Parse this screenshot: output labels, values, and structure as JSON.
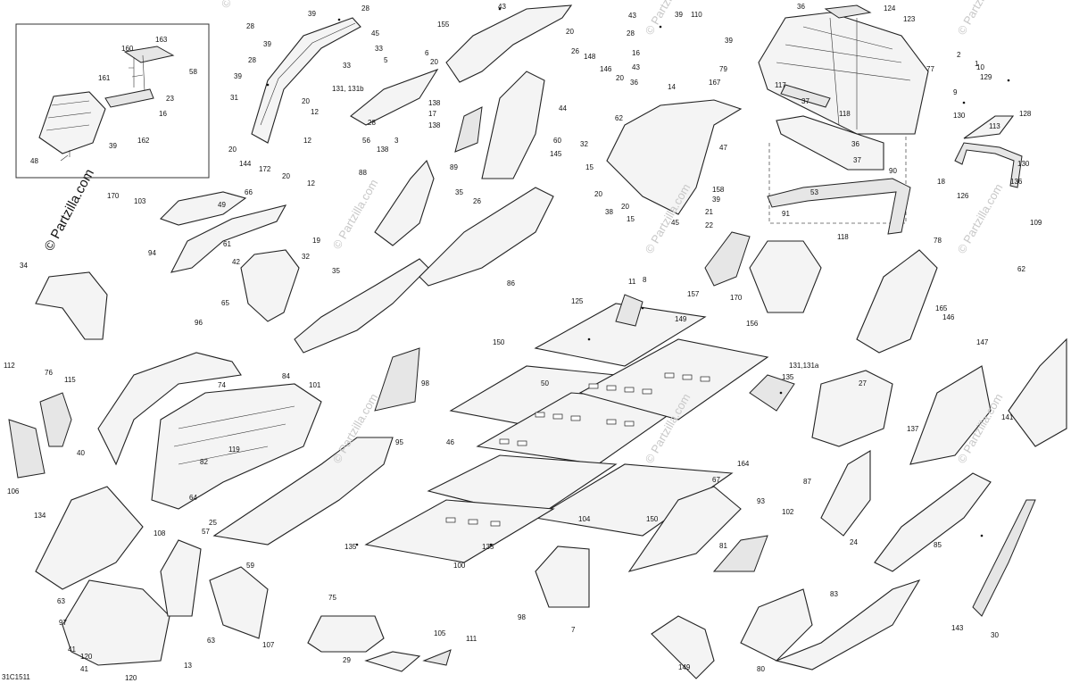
{
  "diagram": {
    "figure_code": "31C1511",
    "watermark": "© Partzilla.com",
    "inset_part_number": "170",
    "part_labels": [
      {
        "id": "inset-160",
        "text": "160"
      },
      {
        "id": "inset-163",
        "text": "163"
      },
      {
        "id": "inset-58",
        "text": "58"
      },
      {
        "id": "inset-161",
        "text": "161"
      },
      {
        "id": "inset-23",
        "text": "23"
      },
      {
        "id": "inset-16",
        "text": "16"
      },
      {
        "id": "inset-39",
        "text": "39"
      },
      {
        "id": "inset-162",
        "text": "162"
      },
      {
        "id": "inset-48",
        "text": "48"
      },
      {
        "id": "p39a",
        "text": "39"
      },
      {
        "id": "p28a",
        "text": "28"
      },
      {
        "id": "p28b",
        "text": "28"
      },
      {
        "id": "p45a",
        "text": "45"
      },
      {
        "id": "p39b",
        "text": "39"
      },
      {
        "id": "p33a",
        "text": "33"
      },
      {
        "id": "p28c",
        "text": "28"
      },
      {
        "id": "p33b",
        "text": "33"
      },
      {
        "id": "p39c",
        "text": "39"
      },
      {
        "id": "p31a",
        "text": "31"
      },
      {
        "id": "p12a",
        "text": "12"
      },
      {
        "id": "p20a",
        "text": "20"
      },
      {
        "id": "p12b",
        "text": "12"
      },
      {
        "id": "p20b",
        "text": "20"
      },
      {
        "id": "p144",
        "text": "144"
      },
      {
        "id": "p172",
        "text": "172"
      },
      {
        "id": "p20c",
        "text": "20"
      },
      {
        "id": "p12c",
        "text": "12"
      },
      {
        "id": "p43a",
        "text": "43"
      },
      {
        "id": "p20d",
        "text": "20"
      },
      {
        "id": "p155",
        "text": "155"
      },
      {
        "id": "p5a",
        "text": "5"
      },
      {
        "id": "p20e",
        "text": "20"
      },
      {
        "id": "p131",
        "text": "131, 131b"
      },
      {
        "id": "p138a",
        "text": "138"
      },
      {
        "id": "p17a",
        "text": "17"
      },
      {
        "id": "p138b",
        "text": "138"
      },
      {
        "id": "p56",
        "text": "56"
      },
      {
        "id": "p28d",
        "text": "28"
      },
      {
        "id": "p3a",
        "text": "3"
      },
      {
        "id": "p138c",
        "text": "138"
      },
      {
        "id": "p26a",
        "text": "26"
      },
      {
        "id": "p148",
        "text": "148"
      },
      {
        "id": "p146a",
        "text": "146"
      },
      {
        "id": "p44a",
        "text": "44"
      },
      {
        "id": "p60a",
        "text": "60"
      },
      {
        "id": "p145",
        "text": "145"
      },
      {
        "id": "p20f",
        "text": "20"
      },
      {
        "id": "p32a",
        "text": "32"
      },
      {
        "id": "p89",
        "text": "89"
      },
      {
        "id": "p35a",
        "text": "35"
      },
      {
        "id": "p26b",
        "text": "26"
      },
      {
        "id": "p43b",
        "text": "43"
      },
      {
        "id": "p39d",
        "text": "39"
      },
      {
        "id": "p110",
        "text": "110"
      },
      {
        "id": "p28e",
        "text": "28"
      },
      {
        "id": "p39e",
        "text": "39"
      },
      {
        "id": "p16a",
        "text": "16"
      },
      {
        "id": "p43c",
        "text": "43"
      },
      {
        "id": "p79",
        "text": "79"
      },
      {
        "id": "p167",
        "text": "167"
      },
      {
        "id": "p36a",
        "text": "36"
      },
      {
        "id": "p62a",
        "text": "62"
      },
      {
        "id": "p14a",
        "text": "14"
      },
      {
        "id": "p47a",
        "text": "47"
      },
      {
        "id": "p15a",
        "text": "15"
      },
      {
        "id": "p20g",
        "text": "20"
      },
      {
        "id": "p38a",
        "text": "38"
      },
      {
        "id": "p20h",
        "text": "20"
      },
      {
        "id": "p15b",
        "text": "15"
      },
      {
        "id": "p158",
        "text": "158"
      },
      {
        "id": "p39f",
        "text": "39"
      },
      {
        "id": "p21",
        "text": "21"
      },
      {
        "id": "p22",
        "text": "22"
      },
      {
        "id": "p45b",
        "text": "45"
      },
      {
        "id": "p36b",
        "text": "36"
      },
      {
        "id": "p124",
        "text": "124"
      },
      {
        "id": "p123",
        "text": "123"
      },
      {
        "id": "p77",
        "text": "77"
      },
      {
        "id": "p117",
        "text": "117"
      },
      {
        "id": "p37a",
        "text": "37"
      },
      {
        "id": "p118a",
        "text": "118"
      },
      {
        "id": "p36c",
        "text": "36"
      },
      {
        "id": "p37b",
        "text": "37"
      },
      {
        "id": "p90",
        "text": "90"
      },
      {
        "id": "p91",
        "text": "91"
      },
      {
        "id": "p53",
        "text": "53"
      },
      {
        "id": "p118b",
        "text": "118"
      },
      {
        "id": "p2",
        "text": "2"
      },
      {
        "id": "p10",
        "text": "10"
      },
      {
        "id": "p129",
        "text": "129"
      },
      {
        "id": "p9",
        "text": "9"
      },
      {
        "id": "p130a",
        "text": "130"
      },
      {
        "id": "p113",
        "text": "113"
      },
      {
        "id": "p128",
        "text": "128"
      },
      {
        "id": "p130b",
        "text": "130"
      },
      {
        "id": "p136",
        "text": "136"
      },
      {
        "id": "p18",
        "text": "18"
      },
      {
        "id": "p126",
        "text": "126"
      },
      {
        "id": "p103",
        "text": "103"
      },
      {
        "id": "p66",
        "text": "66"
      },
      {
        "id": "p49a",
        "text": "49"
      },
      {
        "id": "p94",
        "text": "94"
      },
      {
        "id": "p61",
        "text": "61"
      },
      {
        "id": "p42a",
        "text": "42"
      },
      {
        "id": "p88",
        "text": "88"
      },
      {
        "id": "p19a",
        "text": "19"
      },
      {
        "id": "p32b",
        "text": "32"
      },
      {
        "id": "p35b",
        "text": "35"
      },
      {
        "id": "p65",
        "text": "65"
      },
      {
        "id": "p86",
        "text": "86"
      },
      {
        "id": "p34a",
        "text": "34"
      },
      {
        "id": "p84",
        "text": "84"
      },
      {
        "id": "p125",
        "text": "125"
      },
      {
        "id": "p149a",
        "text": "149"
      },
      {
        "id": "p150a",
        "text": "150"
      },
      {
        "id": "p157",
        "text": "157"
      },
      {
        "id": "p170",
        "text": "170"
      },
      {
        "id": "p156",
        "text": "156"
      },
      {
        "id": "p96",
        "text": "96"
      },
      {
        "id": "p112",
        "text": "112"
      },
      {
        "id": "p76",
        "text": "76"
      },
      {
        "id": "p115",
        "text": "115"
      },
      {
        "id": "p101",
        "text": "101"
      },
      {
        "id": "p98a",
        "text": "98"
      },
      {
        "id": "p106",
        "text": "106"
      },
      {
        "id": "p134",
        "text": "134"
      },
      {
        "id": "p95",
        "text": "95"
      },
      {
        "id": "p46",
        "text": "46"
      },
      {
        "id": "p135a",
        "text": "135"
      },
      {
        "id": "p164",
        "text": "164"
      },
      {
        "id": "p131a",
        "text": "131,131a"
      },
      {
        "id": "p137",
        "text": "137"
      },
      {
        "id": "p141",
        "text": "141"
      },
      {
        "id": "p147",
        "text": "147"
      },
      {
        "id": "p146b",
        "text": "146"
      },
      {
        "id": "p165",
        "text": "165"
      },
      {
        "id": "p87",
        "text": "87"
      },
      {
        "id": "p85",
        "text": "85"
      },
      {
        "id": "p83",
        "text": "83"
      },
      {
        "id": "p93",
        "text": "93"
      },
      {
        "id": "p102",
        "text": "102"
      },
      {
        "id": "p81",
        "text": "81"
      },
      {
        "id": "p104",
        "text": "104"
      },
      {
        "id": "p100",
        "text": "100"
      },
      {
        "id": "p150b",
        "text": "150"
      },
      {
        "id": "p135b",
        "text": "135"
      },
      {
        "id": "p135c",
        "text": "135"
      },
      {
        "id": "p97",
        "text": "97"
      },
      {
        "id": "p108",
        "text": "108"
      },
      {
        "id": "p107",
        "text": "107"
      },
      {
        "id": "p120a",
        "text": "120"
      },
      {
        "id": "p120b",
        "text": "120"
      },
      {
        "id": "p75",
        "text": "75"
      },
      {
        "id": "p29",
        "text": "29"
      },
      {
        "id": "p105",
        "text": "105"
      },
      {
        "id": "p111",
        "text": "111"
      },
      {
        "id": "p98b",
        "text": "98"
      },
      {
        "id": "p149b",
        "text": "149"
      },
      {
        "id": "p80a",
        "text": "80"
      },
      {
        "id": "p143",
        "text": "143"
      },
      {
        "id": "p109",
        "text": "109"
      },
      {
        "id": "p78",
        "text": "78"
      },
      {
        "id": "p62b",
        "text": "62"
      },
      {
        "id": "p63a",
        "text": "63"
      },
      {
        "id": "p63b",
        "text": "63"
      },
      {
        "id": "p41a",
        "text": "41"
      },
      {
        "id": "p41b",
        "text": "41"
      },
      {
        "id": "p13",
        "text": "13"
      },
      {
        "id": "p57",
        "text": "57"
      },
      {
        "id": "p59",
        "text": "59"
      },
      {
        "id": "p74",
        "text": "74"
      },
      {
        "id": "p119",
        "text": "119"
      },
      {
        "id": "p82",
        "text": "82"
      },
      {
        "id": "p67",
        "text": "67"
      },
      {
        "id": "p7",
        "text": "7"
      },
      {
        "id": "p11",
        "text": "11"
      },
      {
        "id": "p8",
        "text": "8"
      },
      {
        "id": "p24",
        "text": "24"
      },
      {
        "id": "p27",
        "text": "27"
      },
      {
        "id": "p25",
        "text": "25"
      },
      {
        "id": "p6",
        "text": "6"
      },
      {
        "id": "p1",
        "text": "1"
      },
      {
        "id": "p40",
        "text": "40"
      },
      {
        "id": "p30",
        "text": "30"
      },
      {
        "id": "p50",
        "text": "50"
      },
      {
        "id": "p64",
        "text": "64"
      }
    ]
  }
}
